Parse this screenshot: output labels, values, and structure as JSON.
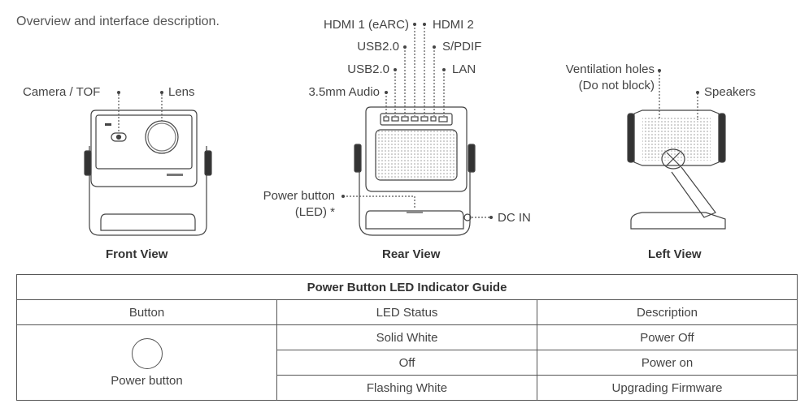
{
  "header": {
    "subtitle": "Overview and interface description."
  },
  "front_view": {
    "caption": "Front View",
    "labels": {
      "camera": "Camera / TOF",
      "lens": "Lens"
    }
  },
  "rear_view": {
    "caption": "Rear View",
    "labels": {
      "hdmi1": "HDMI 1 (eARC)",
      "hdmi2": "HDMI 2",
      "usb_top": "USB2.0",
      "spdif": "S/PDIF",
      "usb_bottom": "USB2.0",
      "lan": "LAN",
      "audio": "3.5mm Audio",
      "power_button": "Power button",
      "power_led": "(LED) *",
      "dc_in": "DC IN"
    }
  },
  "left_view": {
    "caption": "Left View",
    "labels": {
      "ventilation": "Ventilation holes",
      "do_not_block": "(Do not block)",
      "speakers": "Speakers"
    }
  },
  "led_guide": {
    "title": "Power Button LED Indicator Guide",
    "headers": [
      "Button",
      "LED Status",
      "Description"
    ],
    "button_label": "Power button",
    "rows": [
      {
        "status": "Solid White",
        "description": "Power Off"
      },
      {
        "status": "Off",
        "description": "Power on"
      },
      {
        "status": "Flashing White",
        "description": "Upgrading Firmware"
      }
    ]
  }
}
